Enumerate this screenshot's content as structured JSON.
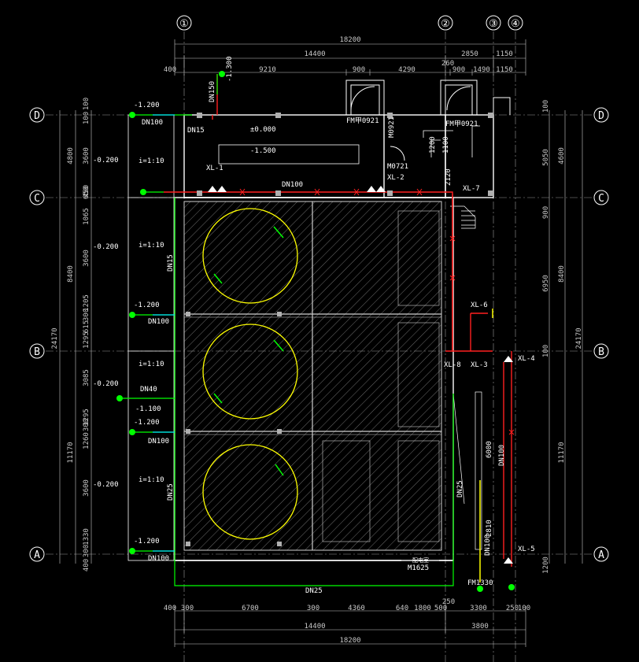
{
  "grid_axes": {
    "vertical": [
      "①",
      "②",
      "③",
      "④"
    ],
    "horizontal": [
      "D",
      "C",
      "B",
      "A"
    ]
  },
  "dims_top": {
    "overall": "18200",
    "sub": "14400",
    "right1": "2850",
    "right2": "1150",
    "row": [
      "400",
      "9210",
      "900",
      "4290",
      "260",
      "900",
      "1490",
      "1150"
    ]
  },
  "dims_bottom": {
    "row": [
      "400",
      "300",
      "6700",
      "300",
      "4360",
      "640",
      "1800",
      "500",
      "250",
      "3300",
      "250",
      "100"
    ],
    "sub": "14400",
    "right": "3800",
    "overall": "18200"
  },
  "dims_left": {
    "outer_total": "24170",
    "major": [
      "4800",
      "8400",
      "11170"
    ],
    "minor": [
      "3600",
      "450",
      "1065",
      "3600",
      "1205",
      "615",
      "1295",
      "3085",
      "1295",
      "3600",
      "1330",
      "400",
      "100",
      "650",
      "1260",
      "300",
      "300",
      "100",
      "300"
    ]
  },
  "dims_right": {
    "outer_total": "24170",
    "major": [
      "4600",
      "8400",
      "11170"
    ],
    "minor": [
      "100",
      "5050",
      "900",
      "6950",
      "100",
      "1200"
    ]
  },
  "levels": {
    "top": "-1.300",
    "floor": "±0.000",
    "pit": "-1.500",
    "inlet_d": "-1.200",
    "inlet_b": "-1.200",
    "inlet_mid": "-1.200",
    "inlet_a": "-1.200",
    "dn40_level": "-1.100",
    "slab1": "-0.200",
    "slab2": "-0.200",
    "slab3": "-0.200",
    "slab4": "-0.200"
  },
  "slopes": [
    "i=1:10",
    "i=1:10",
    "i=1:10",
    "i=1:10"
  ],
  "pipes": {
    "dn100_main": "DN100",
    "dn100_d": "DN100",
    "dn100_b": "DN100",
    "dn100_mid": "DN100",
    "dn100_a": "DN100",
    "dn100_right": "DN100",
    "dn100_vertical": "DN100",
    "dn15_top": "DN15",
    "dn15_left": "DN15",
    "dn150": "DN150",
    "dn25_left": "DN25",
    "dn25_right": "DN25",
    "dn25_bottom": "DN25",
    "dn40": "DN40"
  },
  "risers": [
    "XL-1",
    "XL-2",
    "XL-7",
    "XL-6",
    "XL-8",
    "XL-3",
    "XL-4",
    "XL-5"
  ],
  "doors": {
    "fm_top1": "FM甲0921",
    "fm_top2": "FM甲0921",
    "m0921": "M0921",
    "m0721": "M0721",
    "m1625": "M1625",
    "fm1330": "FM1330",
    "room_label": "配电室"
  },
  "misc": {
    "dim_1200": "1200",
    "dim_1100": "1100",
    "dim_6000": "6000",
    "dim_2810": "2810",
    "dim_2120": "2120"
  },
  "colors": {
    "background": "#000000",
    "wall": "#ffffff",
    "pipe_fire": "#ff2020",
    "pipe_supply": "#00ff00",
    "pipe_cold": "#00e0ff",
    "tank": "#ffff00",
    "dim": "#c8c8c8"
  }
}
